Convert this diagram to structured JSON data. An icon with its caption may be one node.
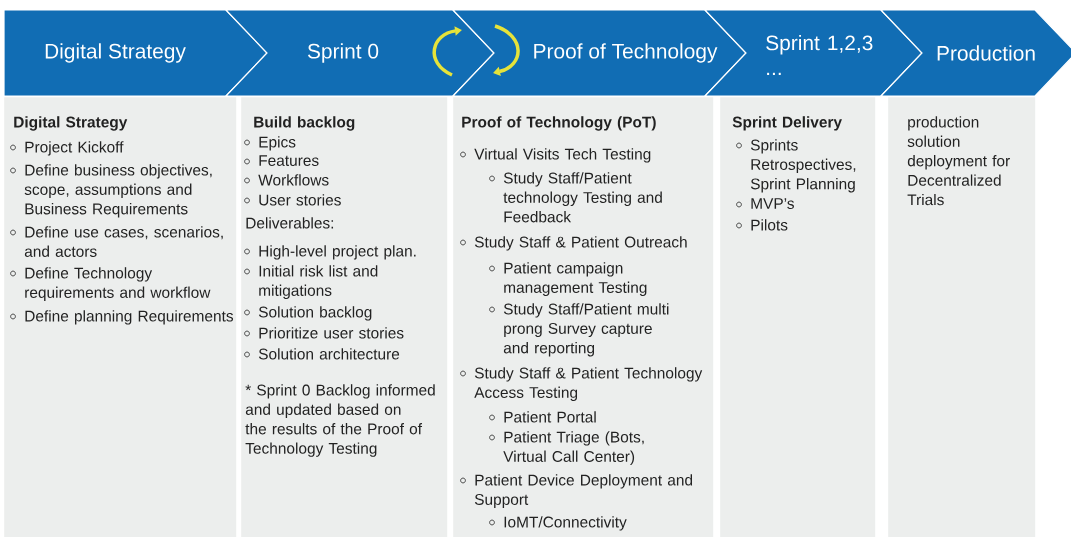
{
  "diagram": {
    "nodes": [
      {
        "text": [
          "Digital Strategy"
        ]
      },
      {
        "text": [
          "Sprint 0"
        ]
      },
      {
        "text": [
          "Proof of Technology"
        ]
      },
      {
        "text": [
          "Sprint 1,2,3 ..."
        ]
      },
      {
        "text": [
          "Production"
        ]
      },
      {
        "text": [
          "Digital Strategy",
          "Project Kickoff",
          "Define business objectives, scope, assumptions and Business Requirements",
          "Define use cases, scenarios, and actors",
          "Define Technology requirements and workflow",
          "Define planning Requirements"
        ]
      },
      {
        "text": [
          "Build backlog",
          "Epics",
          "Features",
          "Workflows",
          "User stories",
          "Deliverables:",
          "High-level project plan.",
          "Initial risk list and mitigations",
          "Solution backlog",
          "Prioritize user stories",
          "Solution architecture",
          "* Sprint 0 Backlog informed and updated based on the results of the Proof of Technology Testing"
        ]
      },
      {
        "text": [
          "Proof of Technology (PoT)",
          "Virtual Visits Tech Testing",
          "Study Staff/Patient technology Testing and Feedback",
          "Study Staff & Patient Outreach",
          "Patient campaign management Testing",
          "Study Staff/Patient multi prong Survey capture and reporting",
          "Study Staff & Patient Technology Access Testing",
          "Patient Portal",
          "Patient Triage (Bots, Virtual Call Center)",
          "Patient Device Deployment and Support",
          "IoMT/Connectivity"
        ]
      },
      {
        "text": [
          "Sprint Delivery",
          "Sprints Retrospectives, Sprint Planning",
          "MVP’s",
          "Pilots"
        ]
      },
      {
        "text": [
          "production solution deployment for Decentralized Trials"
        ]
      }
    ]
  }
}
